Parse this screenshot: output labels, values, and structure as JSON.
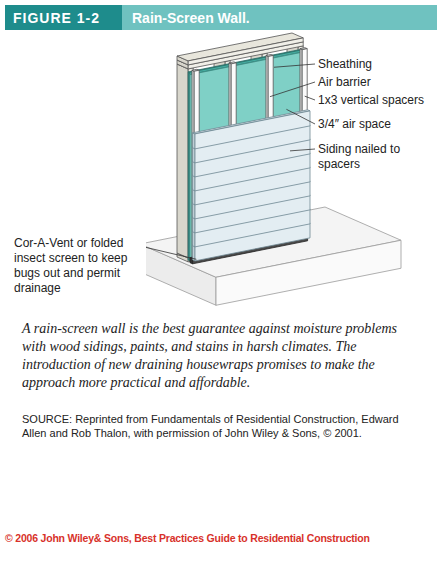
{
  "diagram": {
    "title": "Rain-Screen Wall.",
    "caption": "A rain-screen wall is the best guarantee against moisture problems with wood sidings, paints, and stains in harsh climates. The introduction of new draining housewraps promises to make the approach more practical and affordable.",
    "labels": [
      "FIGURE 1-2",
      "Sheathing",
      "Air barrier",
      "1x3 vertical spacers",
      "3/4″ air space",
      "Siding nailed to spacers",
      "Cor-A-Vent or folded insect screen to keep bugs out and permit drainage",
      "SOURCE: Reprinted from Fundamentals of Residential Construction, Edward Allen and Rob Thalon, with permission of John Wiley & Sons, © 2001.",
      "© 2006 John Wiley& Sons, Best Practices Guide to Residential Construction"
    ]
  }
}
